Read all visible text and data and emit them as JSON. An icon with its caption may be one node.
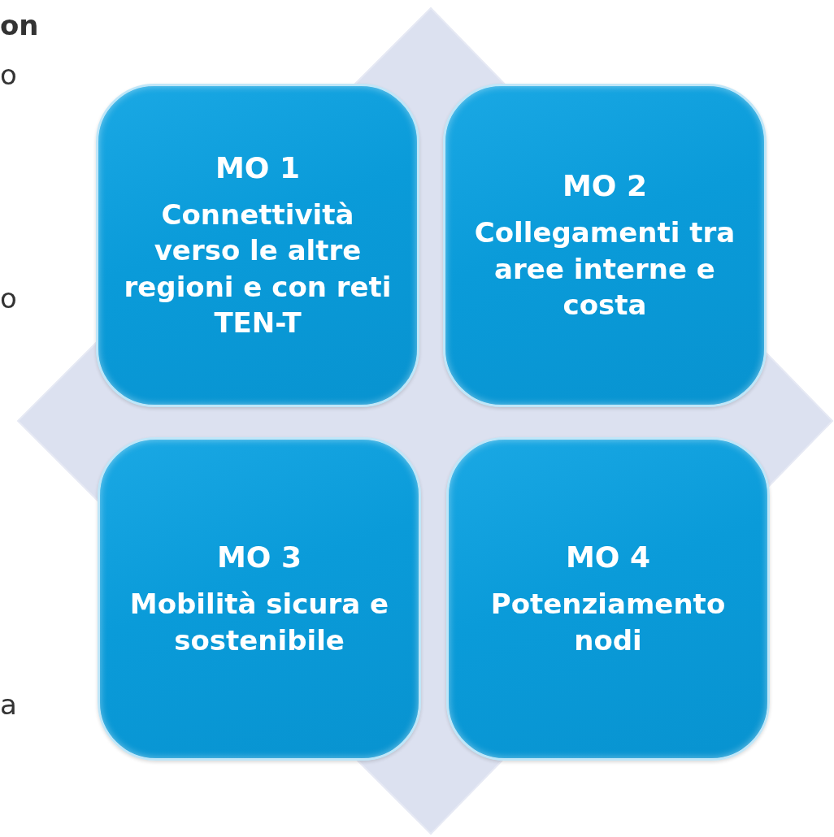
{
  "diagram": {
    "nodes": [
      {
        "text": [
          "MO 1",
          "Connettività verso le altre regioni e con reti TEN-T"
        ]
      },
      {
        "text": [
          "MO 2",
          "Collegamenti tra aree interne e costa"
        ]
      },
      {
        "text": [
          "MO 3",
          "Mobilità sicura e sostenibile"
        ]
      },
      {
        "text": [
          "MO 4",
          "Potenziamento nodi"
        ]
      }
    ],
    "labels": [
      "on",
      "o",
      "o",
      "a"
    ]
  }
}
